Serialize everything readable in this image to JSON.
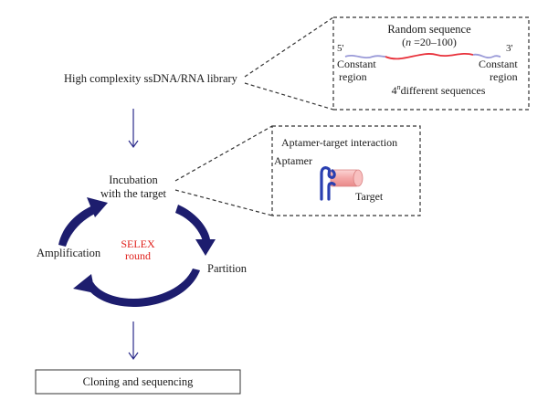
{
  "library_label": "High complexity ssDNA/RNA library",
  "library_box": {
    "heading": "Random sequence",
    "range_prefix": "(",
    "range_var": "n",
    "range_value": " =20–100)",
    "five_prime": "5'",
    "three_prime": "3'",
    "left_region_line1": "Constant",
    "left_region_line2": "region",
    "right_region_line1": "Constant",
    "right_region_line2": "region",
    "count_base": "4",
    "count_exp": "n",
    "count_text": "different sequences"
  },
  "interaction_box": {
    "heading": "Aptamer-target interaction",
    "aptamer_label": "Aptamer",
    "target_label": "Target"
  },
  "cycle": {
    "incubation_line1": "Incubation",
    "incubation_line2": "with the target",
    "partition": "Partition",
    "amplification": "Amplification",
    "center_line1": "SELEX",
    "center_line2": "round"
  },
  "final_step": "Cloning and sequencing",
  "colors": {
    "cycle_arrow": "#1d1d6e",
    "flow_arrow": "#2a2a8a",
    "selex_text": "#e0201b",
    "random_strand": "#e8303a",
    "constant_strand": "#9a9ad8",
    "aptamer": "#2a3fb0",
    "target": "#f4a8a8"
  },
  "icons": {
    "cycle": "circular-arrows",
    "aptamer": "aptamer-hairpin",
    "target": "target-cylinder"
  }
}
